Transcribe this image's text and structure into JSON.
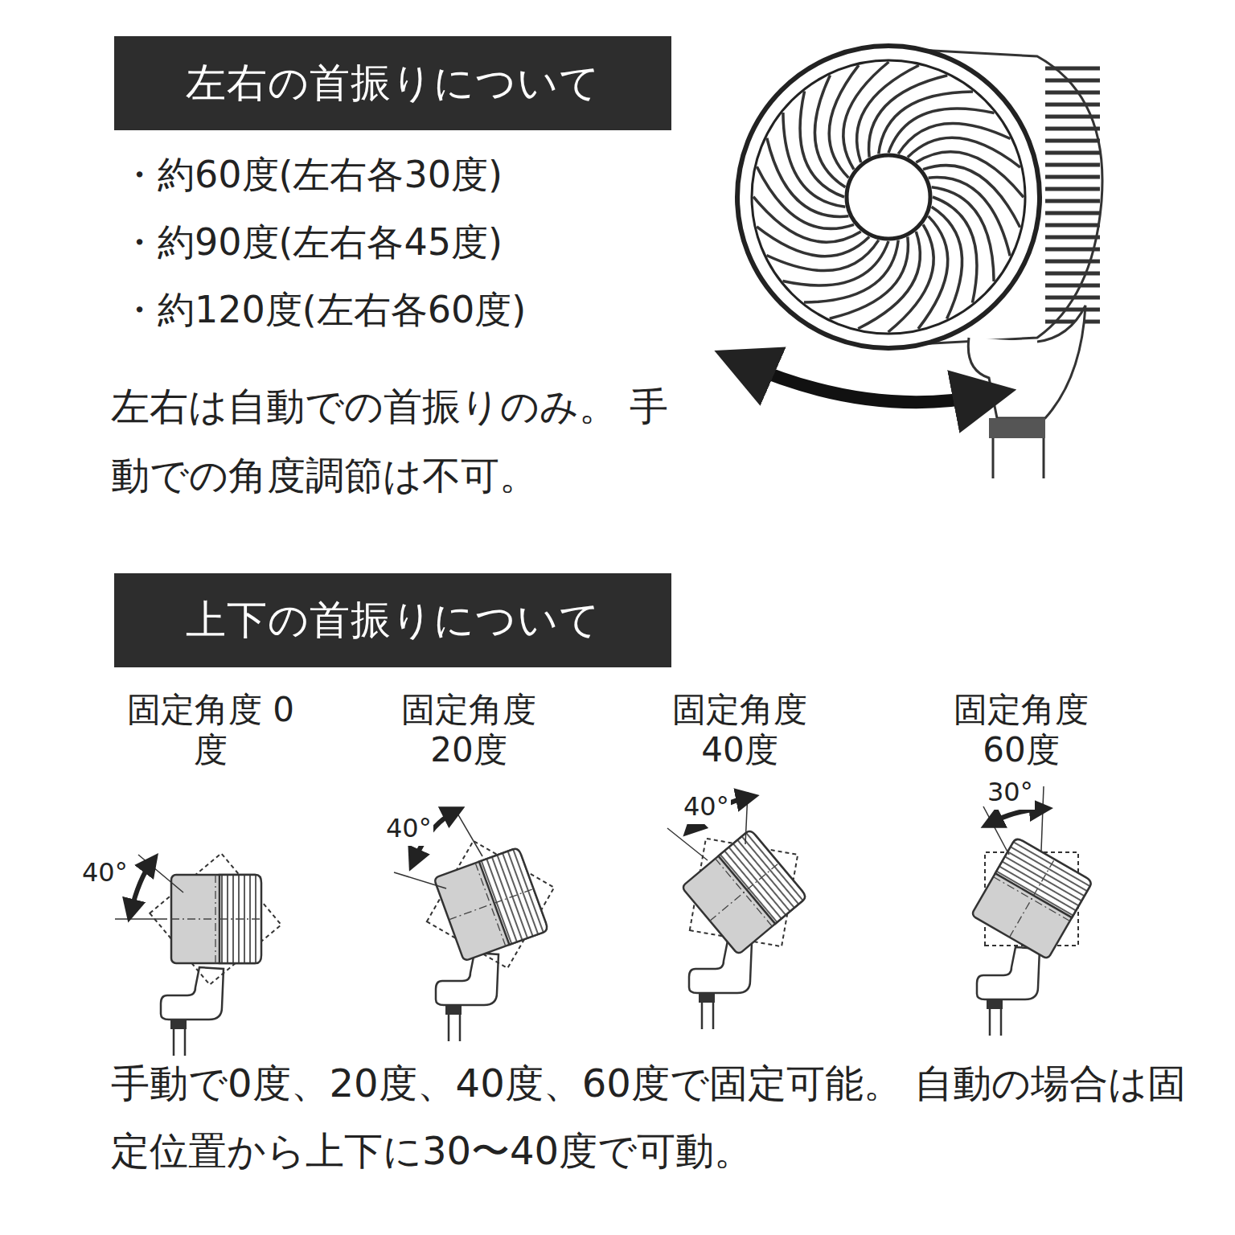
{
  "diagram": {
    "nodes": [
      {
        "text": [
          "左右の首振りについて"
        ]
      },
      {
        "text": [
          "上下の首振りについて"
        ]
      }
    ],
    "labels": [
      "・約60度(左右各30度)",
      "・約90度(左右各45度)",
      "・約120度(左右各60度)",
      "左右は自動での首振りのみ。 手動での角度調節は不可。",
      "固定角度 0度",
      "固定角度 20度",
      "固定角度 40度",
      "固定角度 60度",
      "40°",
      "40°",
      "40°",
      "30°",
      "手動で0度、20度、40度、60度で固定可能。 自動の場合は固定位置から上下に30〜40度で可動。"
    ]
  }
}
